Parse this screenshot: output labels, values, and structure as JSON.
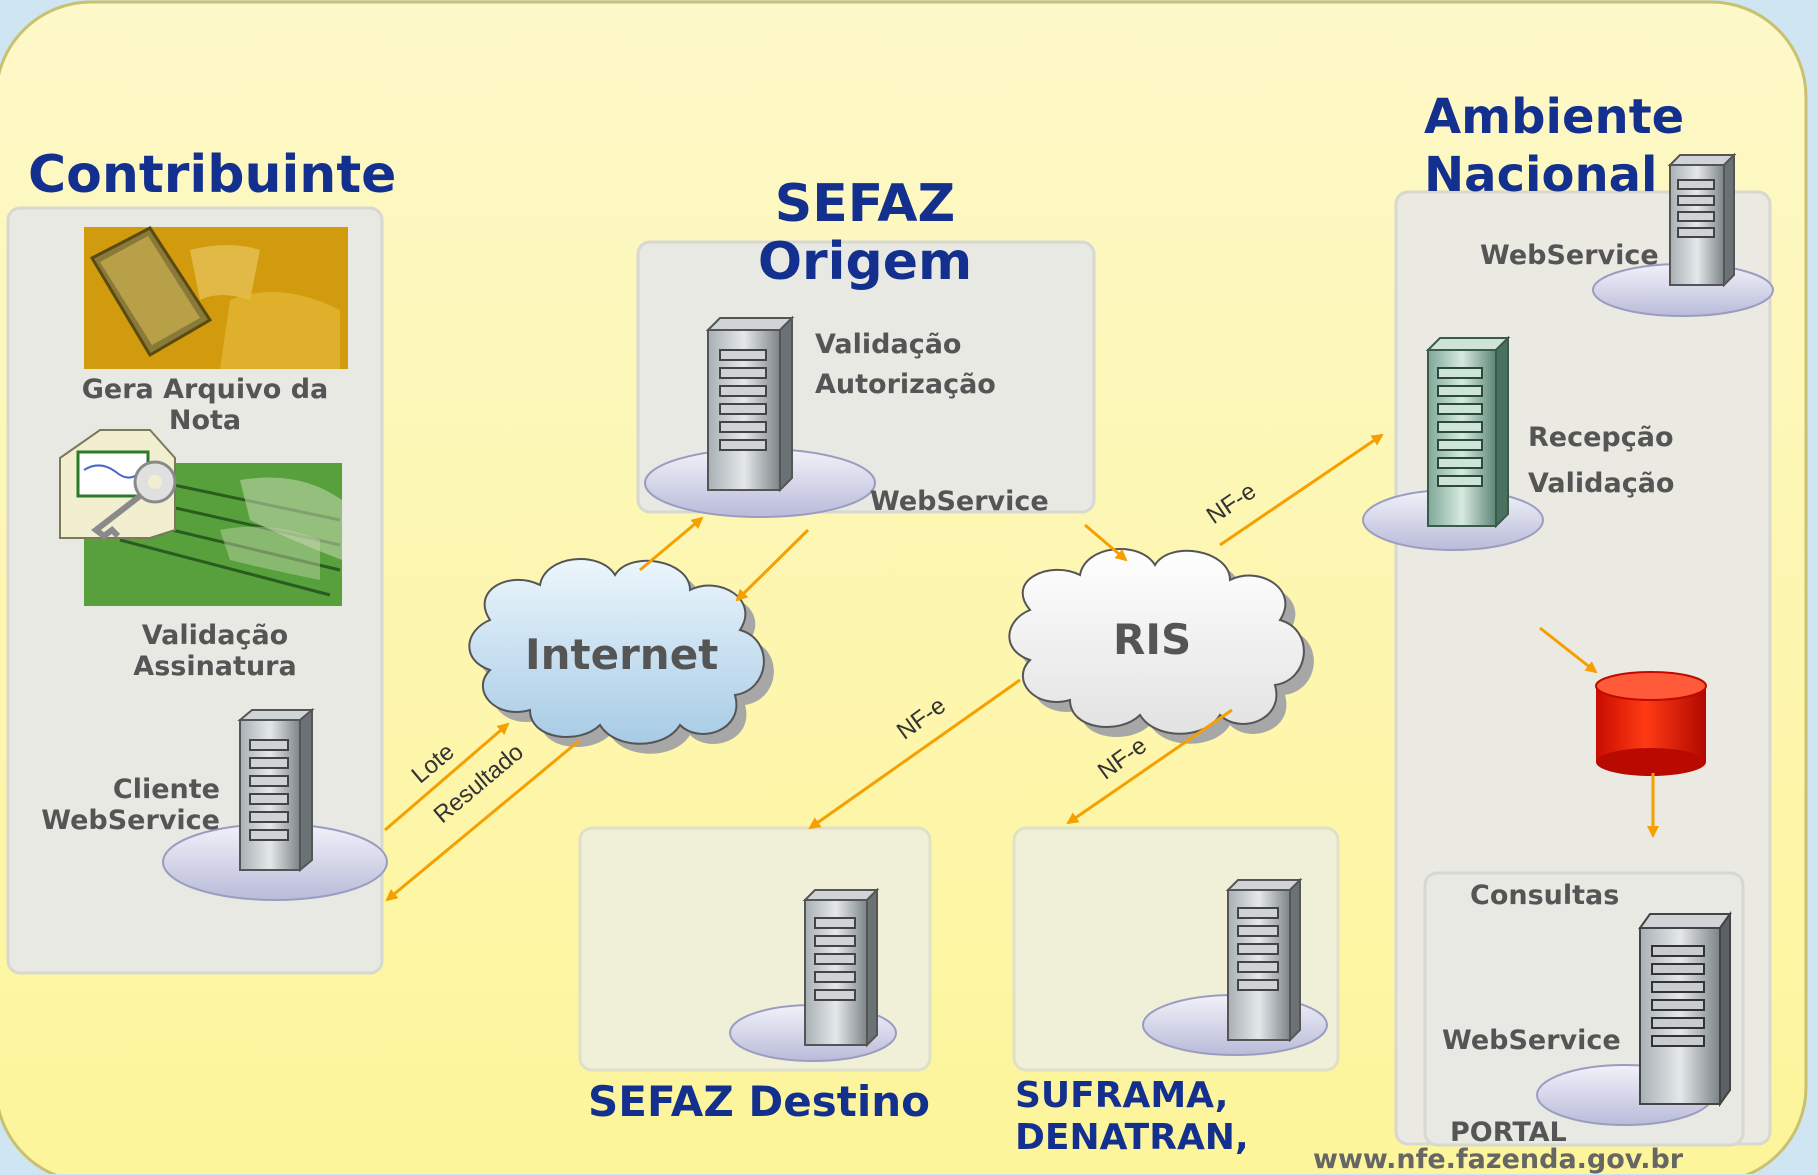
{
  "contribuinte": {
    "title": "Contribuinte",
    "gera_arquivo": "Gera Arquivo da Nota",
    "validacao_assinatura": "Validação Assinatura",
    "cliente_webservice_1": "Cliente",
    "cliente_webservice_2": "WebService"
  },
  "sefaz_origem": {
    "title_1": "SEFAZ",
    "title_2": "Origem",
    "label_1": "Validação",
    "label_2": "Autorização",
    "webservice": "WebService"
  },
  "internet": "Internet",
  "ris": "RIS",
  "arrows": {
    "lote": "Lote",
    "resultado": "Resultado",
    "nfe": "NF-e"
  },
  "sefaz_destino": {
    "title": "SEFAZ Destino"
  },
  "suframa": {
    "title_1": "SUFRAMA,",
    "title_2": "DENATRAN,"
  },
  "ambiente": {
    "title_1": "Ambiente",
    "title_2": "Nacional",
    "webservice": "WebService",
    "recepcao": "Recepção",
    "validacao": "Validação",
    "consultas": "Consultas",
    "webservice_2": "WebService",
    "portal": "PORTAL",
    "url": "www.nfe.fazenda.gov.br"
  },
  "colors": {
    "title": "#13308f",
    "arrow": "#f5a000",
    "background": "#fdf6a0",
    "database": "#e81000"
  }
}
